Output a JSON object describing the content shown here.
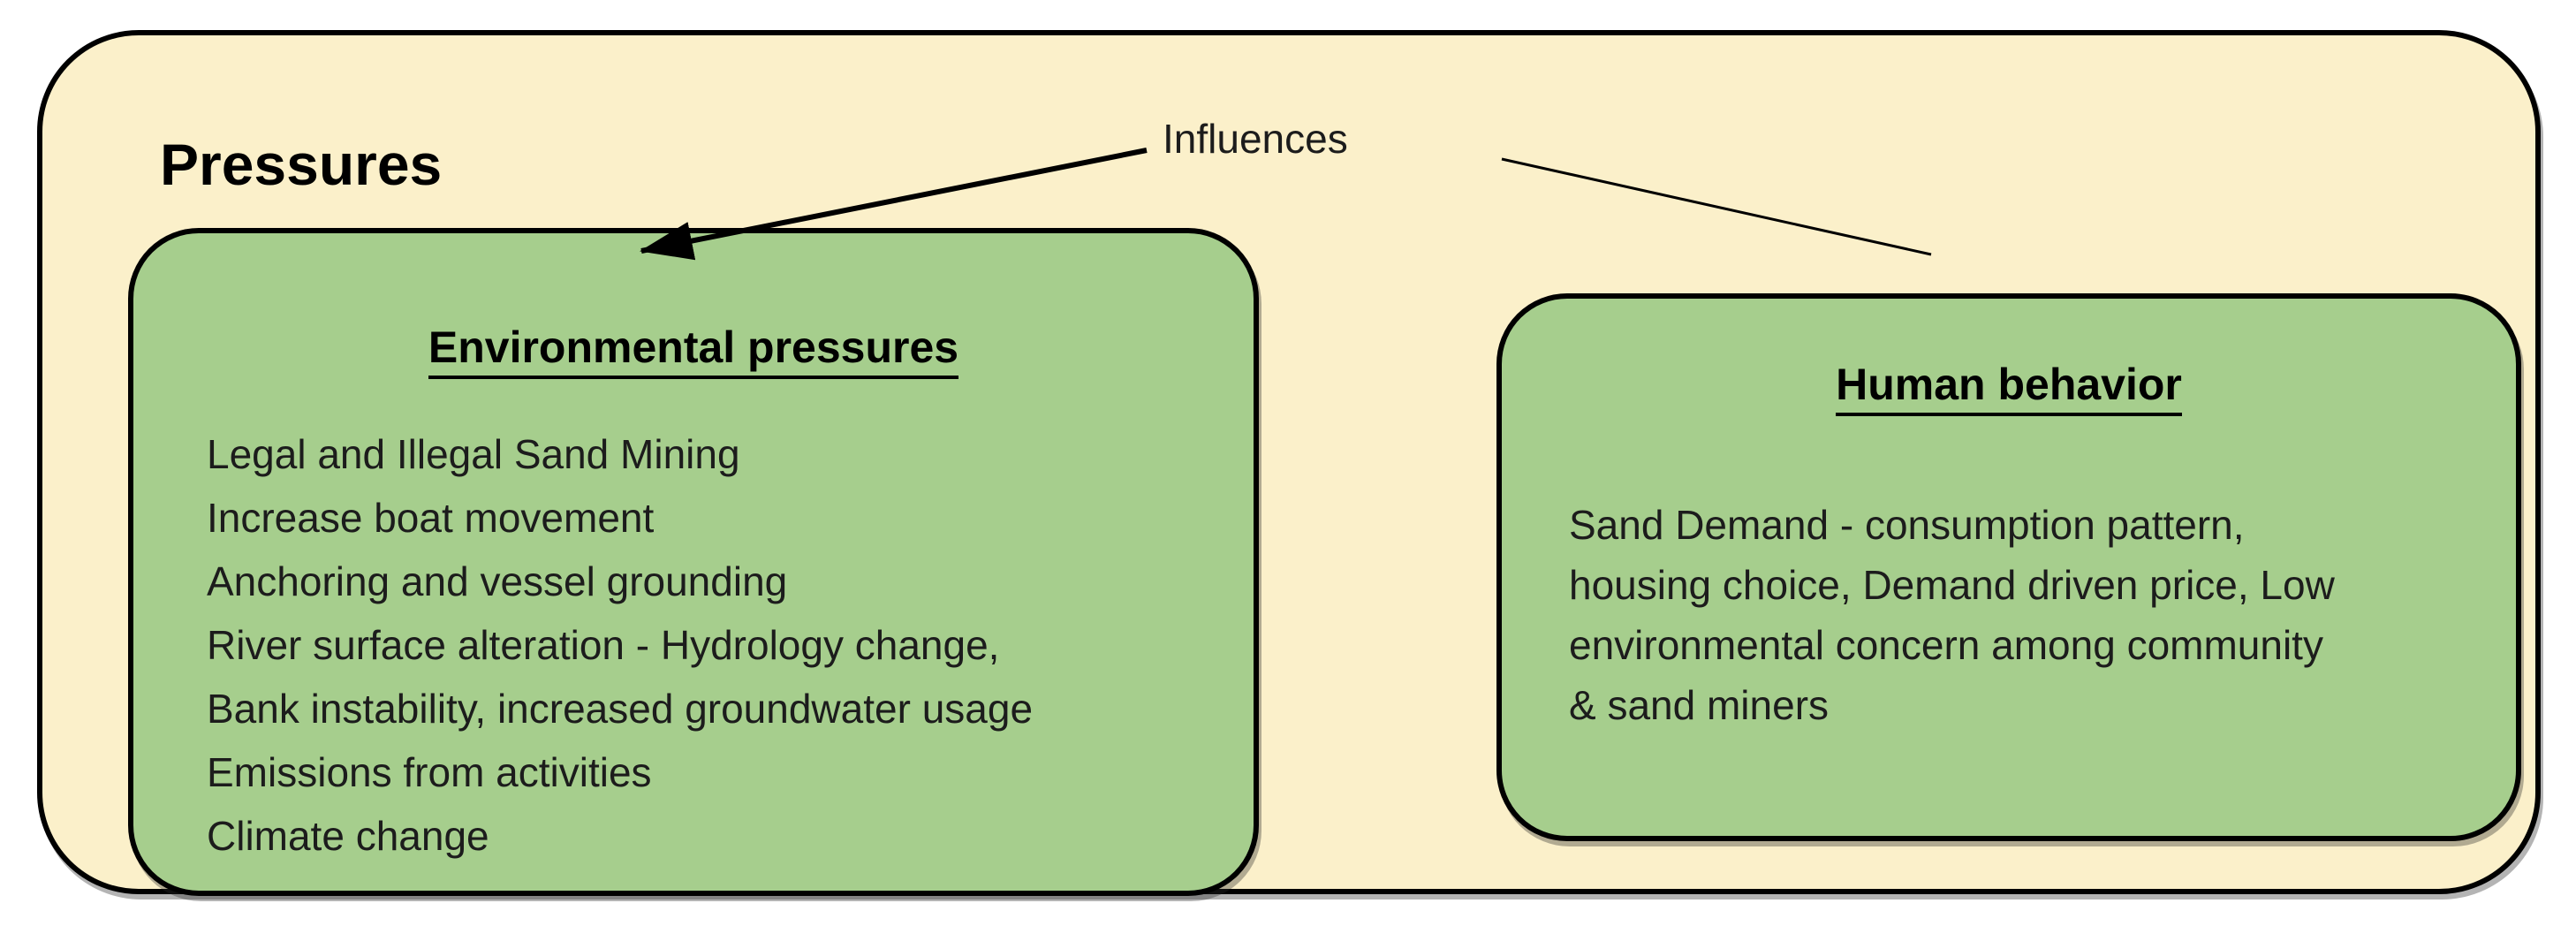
{
  "diagram": {
    "title": "Pressures",
    "connector_label": "Influences",
    "colors": {
      "background": "#ffffff",
      "container_fill": "#fbf0ca",
      "box_fill": "#a6ce8d",
      "border": "#000000",
      "text": "#1c1c1c"
    },
    "boxes": [
      {
        "id": "environmental-pressures",
        "title": "Environmental pressures",
        "items": [
          "Legal and Illegal Sand Mining",
          "Increase boat movement",
          "Anchoring and vessel grounding",
          "River surface alteration - Hydrology change,",
          "Bank instability, increased groundwater usage",
          "Emissions from activities",
          "Climate change"
        ]
      },
      {
        "id": "human-behavior",
        "title": "Human behavior",
        "lines": [
          "Sand Demand - consumption pattern,",
          "housing choice, Demand driven price, Low",
          "environmental concern among community",
          "& sand miners"
        ]
      }
    ],
    "connections": [
      {
        "from": "Influences",
        "to": "Environmental pressures",
        "style": "arrow"
      },
      {
        "from": "Influences",
        "to": "Human behavior",
        "style": "line"
      }
    ]
  }
}
